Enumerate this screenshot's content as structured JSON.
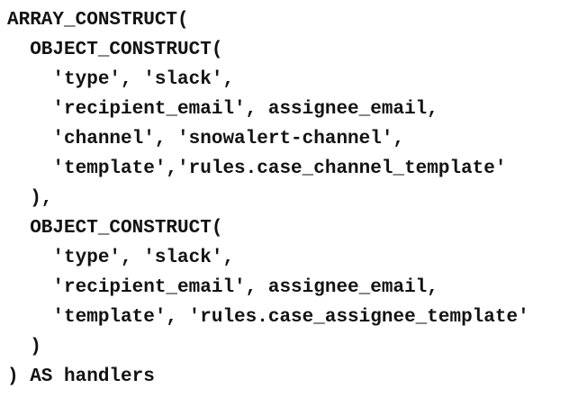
{
  "colors": {
    "text": "#121212",
    "background": "#ffffff"
  },
  "code": {
    "lines": [
      "ARRAY_CONSTRUCT(",
      "  OBJECT_CONSTRUCT(",
      "    'type', 'slack',",
      "    'recipient_email', assignee_email,",
      "    'channel', 'snowalert-channel',",
      "    'template','rules.case_channel_template'",
      "  ),",
      "  OBJECT_CONSTRUCT(",
      "    'type', 'slack',",
      "    'recipient_email', assignee_email,",
      "    'template', 'rules.case_assignee_template'",
      "  )",
      ") AS handlers"
    ]
  }
}
